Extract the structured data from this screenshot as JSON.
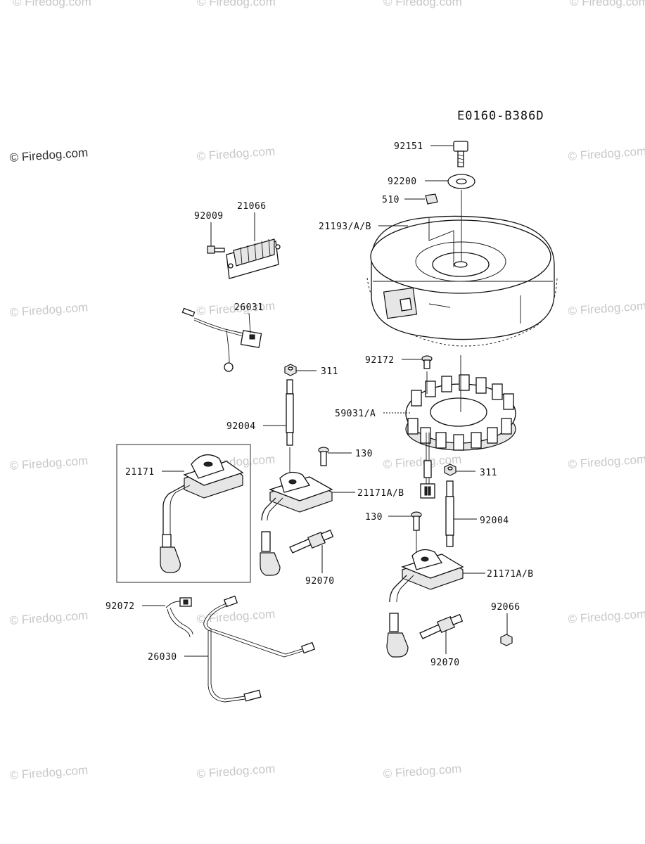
{
  "diagram_code": "E0160-B386D",
  "watermark": {
    "text": "© Firedog.com",
    "copies": [
      {
        "id": "wm-1",
        "text": "© Firedog.com"
      },
      {
        "id": "wm-2",
        "text": "© Firedog.com"
      },
      {
        "id": "wm-3",
        "text": "© Firedog.com"
      },
      {
        "id": "wm-4",
        "text": "© Firedog.com"
      },
      {
        "id": "wm-5",
        "text": "© Firedog.com"
      },
      {
        "id": "wm-6",
        "text": "© Firedog.com"
      },
      {
        "id": "wm-7",
        "text": "© Firedog.com"
      },
      {
        "id": "wm-8",
        "text": "© Firedog.com"
      },
      {
        "id": "wm-9",
        "text": "© Firedog.com"
      },
      {
        "id": "wm-10",
        "text": "© Firedog.com"
      },
      {
        "id": "wm-11",
        "text": "© Firedog.com"
      },
      {
        "id": "wm-12",
        "text": "© Firedog.com"
      },
      {
        "id": "wm-13",
        "text": "© Firedog.com"
      },
      {
        "id": "wm-14",
        "text": "© Firedog.com"
      },
      {
        "id": "wm-15",
        "text": "© Firedog.com"
      },
      {
        "id": "wm-16",
        "text": "© Firedog.com"
      },
      {
        "id": "wm-17",
        "text": "© Firedog.com"
      },
      {
        "id": "wm-18",
        "text": "© Firedog.com"
      },
      {
        "id": "wm-19",
        "text": "© Firedog.com"
      },
      {
        "id": "wm-20",
        "text": "© Firedog.com"
      }
    ]
  },
  "parts": [
    {
      "id": "bolt-92151",
      "label": "92151"
    },
    {
      "id": "washer-92200",
      "label": "92200"
    },
    {
      "id": "key-510",
      "label": "510"
    },
    {
      "id": "flywheel-21193",
      "label": "21193/A/B"
    },
    {
      "id": "screw-92009",
      "label": "92009"
    },
    {
      "id": "regulator-21066",
      "label": "21066"
    },
    {
      "id": "harness-26031",
      "label": "26031"
    },
    {
      "id": "screw-92172",
      "label": "92172"
    },
    {
      "id": "stator-59031",
      "label": "59031/A"
    },
    {
      "id": "nut-311-left",
      "label": "311"
    },
    {
      "id": "stud-92004-left",
      "label": "92004"
    },
    {
      "id": "bolt-130-left",
      "label": "130"
    },
    {
      "id": "coil-21171",
      "label": "21171"
    },
    {
      "id": "coil-21171ab-left",
      "label": "21171A/B"
    },
    {
      "id": "nut-311-right",
      "label": "311"
    },
    {
      "id": "bolt-130-right",
      "label": "130"
    },
    {
      "id": "stud-92004-right",
      "label": "92004"
    },
    {
      "id": "plug-92070-left",
      "label": "92070"
    },
    {
      "id": "coil-21171ab-right",
      "label": "21171A/B"
    },
    {
      "id": "nut-92066",
      "label": "92066"
    },
    {
      "id": "connector-92072",
      "label": "92072"
    },
    {
      "id": "harness-26030",
      "label": "26030"
    },
    {
      "id": "plug-92070-right",
      "label": "92070"
    }
  ]
}
